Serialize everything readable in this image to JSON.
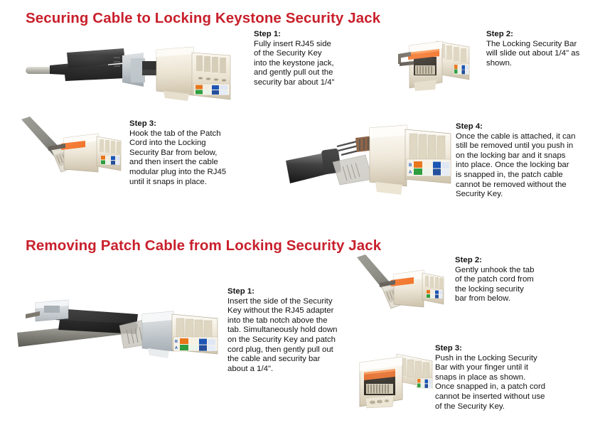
{
  "document": {
    "sections": [
      {
        "heading": "Securing Cable to Locking Keystone Security Jack",
        "steps": [
          {
            "label": "Step 1:",
            "body": "Fully insert RJ45 side\nof the Security Key\ninto the keystone jack,\nand gently pull out the\nsecurity bar about 1/4\""
          },
          {
            "label": "Step 2:",
            "body": "The Locking Security Bar\nwill slide out about 1/4\" as\nshown."
          },
          {
            "label": "Step 3:",
            "body": "Hook the tab of the Patch\nCord into the Locking\nSecurity Bar from below,\nand then insert the cable\nmodular plug into the RJ45\nuntil it snaps in place."
          },
          {
            "label": "Step 4:",
            "body": "Once the cable is attached, it can\nstill be removed until you push in\non the locking bar and it snaps\ninto place. Once the locking bar\nis snapped in, the patch cable\ncannot be removed without the\nSecurity Key."
          }
        ]
      },
      {
        "heading": "Removing Patch Cable from Locking Security Jack",
        "steps": [
          {
            "label": "Step 1:",
            "body": "Insert the side of the Security\nKey without the RJ45 adapter\ninto the tab notch above the\ntab. Simultaneously hold down\non the Security Key and patch\ncord plug, then gently pull out\nthe cable and security bar\nabout a 1/4\"."
          },
          {
            "label": "Step 2:",
            "body": "Gently unhook the tab\nof the patch cord from\nthe locking security\nbar from below."
          },
          {
            "label": "Step 3:",
            "body": "Push in the Locking Security\nBar with your finger until it\nsnaps in place as shown.\nOnce snapped in, a patch cord\ncannot be inserted without use\nof the Security Key."
          }
        ]
      }
    ],
    "photos": [
      {
        "name": "security-key-inserted-in-keystone-jack-photo",
        "alt": "Security Key with black handle fully inserted into beige keystone jack, security bar pulled out"
      },
      {
        "name": "keystone-jack-bar-slid-out-photo",
        "alt": "Beige keystone jack with orange locking security bar slid out about a quarter inch"
      },
      {
        "name": "patch-cord-hooked-to-locking-bar-photo",
        "alt": "Gray patch cord modular plug hooked to the locking security bar of the keystone jack"
      },
      {
        "name": "cable-attached-locking-bar-photo",
        "alt": "Black cable attached into keystone jack showing locking bar and color coded wiring labels"
      },
      {
        "name": "security-key-removing-patch-cable-photo",
        "alt": "Security Key inserted into tab notch to remove patch cable from locking security jack"
      },
      {
        "name": "unhook-patch-cord-tab-photo",
        "alt": "Gray patch cord being unhooked from the locking security bar from below"
      },
      {
        "name": "locking-bar-pushed-in-front-view-photo",
        "alt": "Front view of keystone jack with locking security bar pushed in and snapped in place"
      }
    ],
    "colors": {
      "heading": "#C8202C",
      "body_text": "#131313",
      "background": "#FFFFFF"
    },
    "wiring_labels": {
      "rows": [
        "B",
        "A"
      ],
      "pair_colors": [
        "#E8751A",
        "#1C55B4",
        "#2F9E3F",
        "#8B5A2B"
      ]
    }
  }
}
